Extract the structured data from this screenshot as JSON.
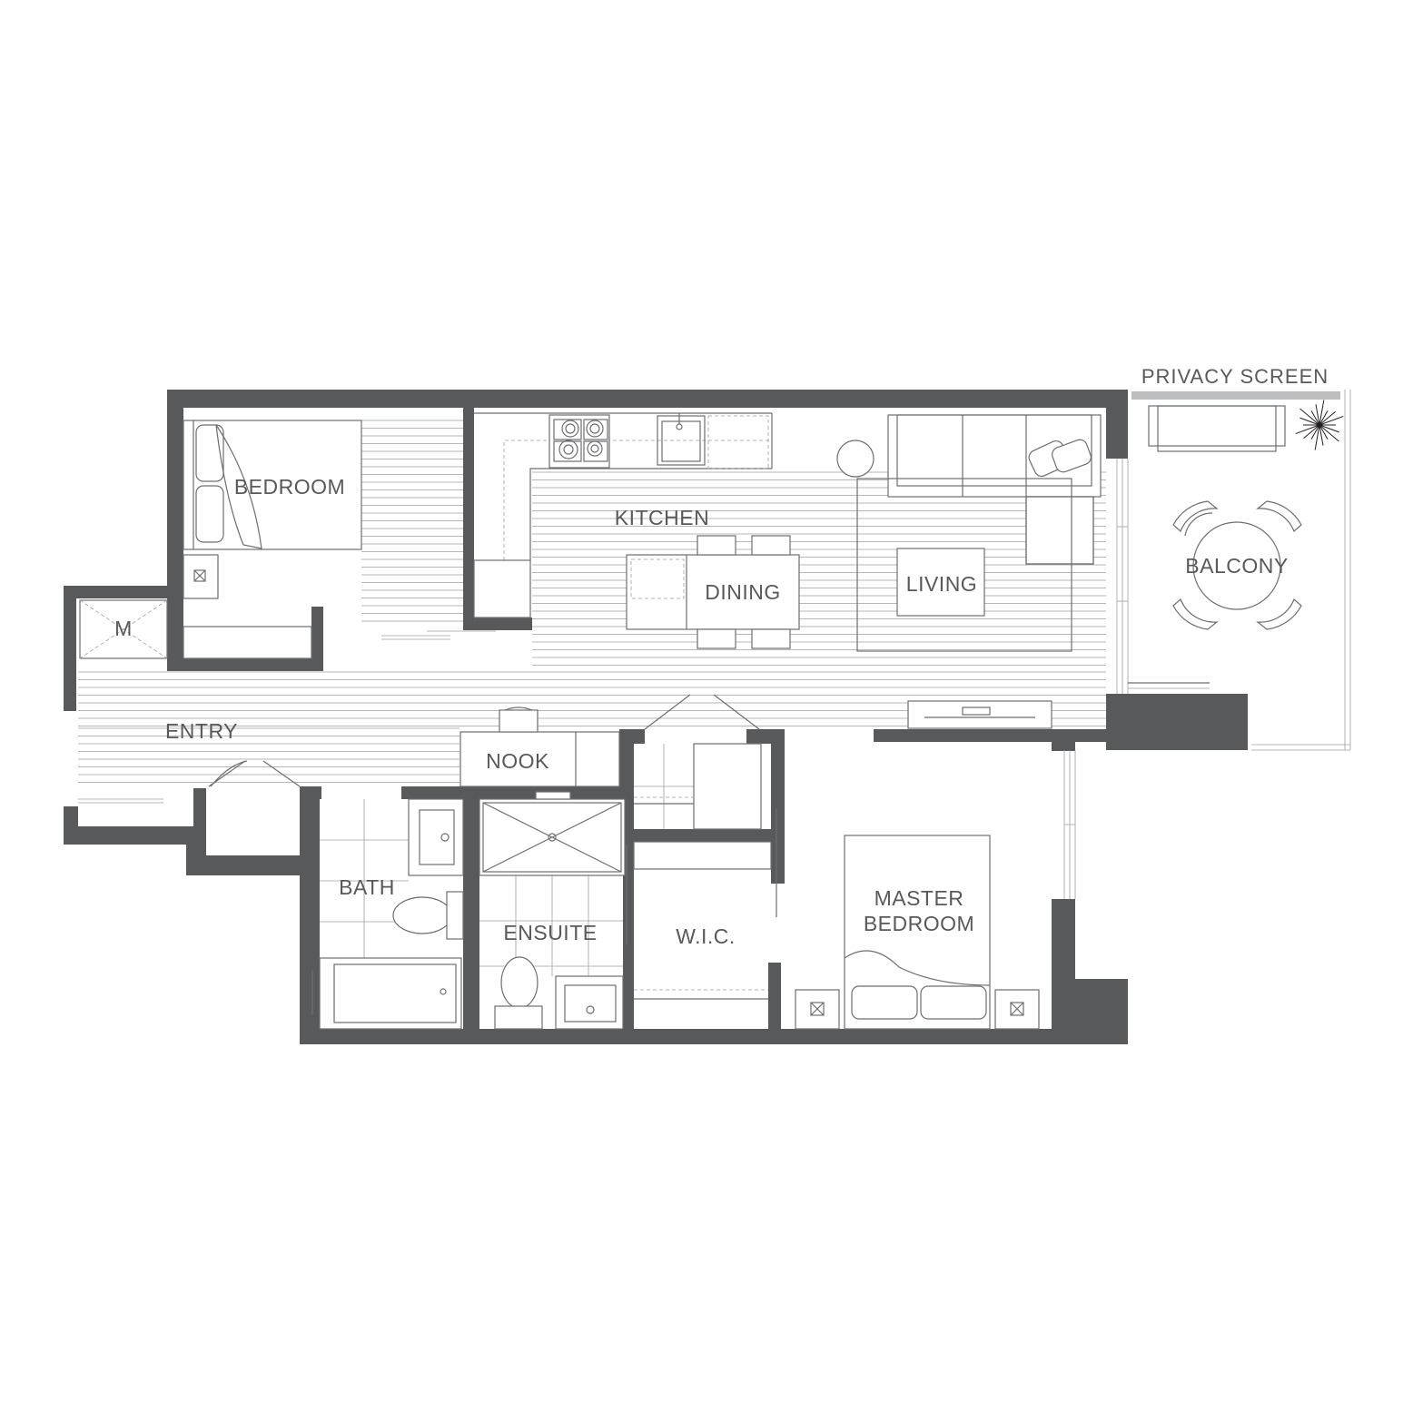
{
  "rooms": {
    "privacy_screen": "PRIVACY SCREEN",
    "bedroom": "BEDROOM",
    "kitchen": "KITCHEN",
    "dining": "DINING",
    "living": "LIVING",
    "balcony": "BALCONY",
    "mechanical": "M",
    "entry": "ENTRY",
    "nook": "NOOK",
    "bath": "BATH",
    "ensuite": "ENSUITE",
    "wic": "W.I.C.",
    "master_bedroom_line1": "MASTER",
    "master_bedroom_line2": "BEDROOM"
  },
  "colors": {
    "wall": "#58595b",
    "label": "#58595b",
    "privacy_screen_bar": "#bcbec0"
  }
}
